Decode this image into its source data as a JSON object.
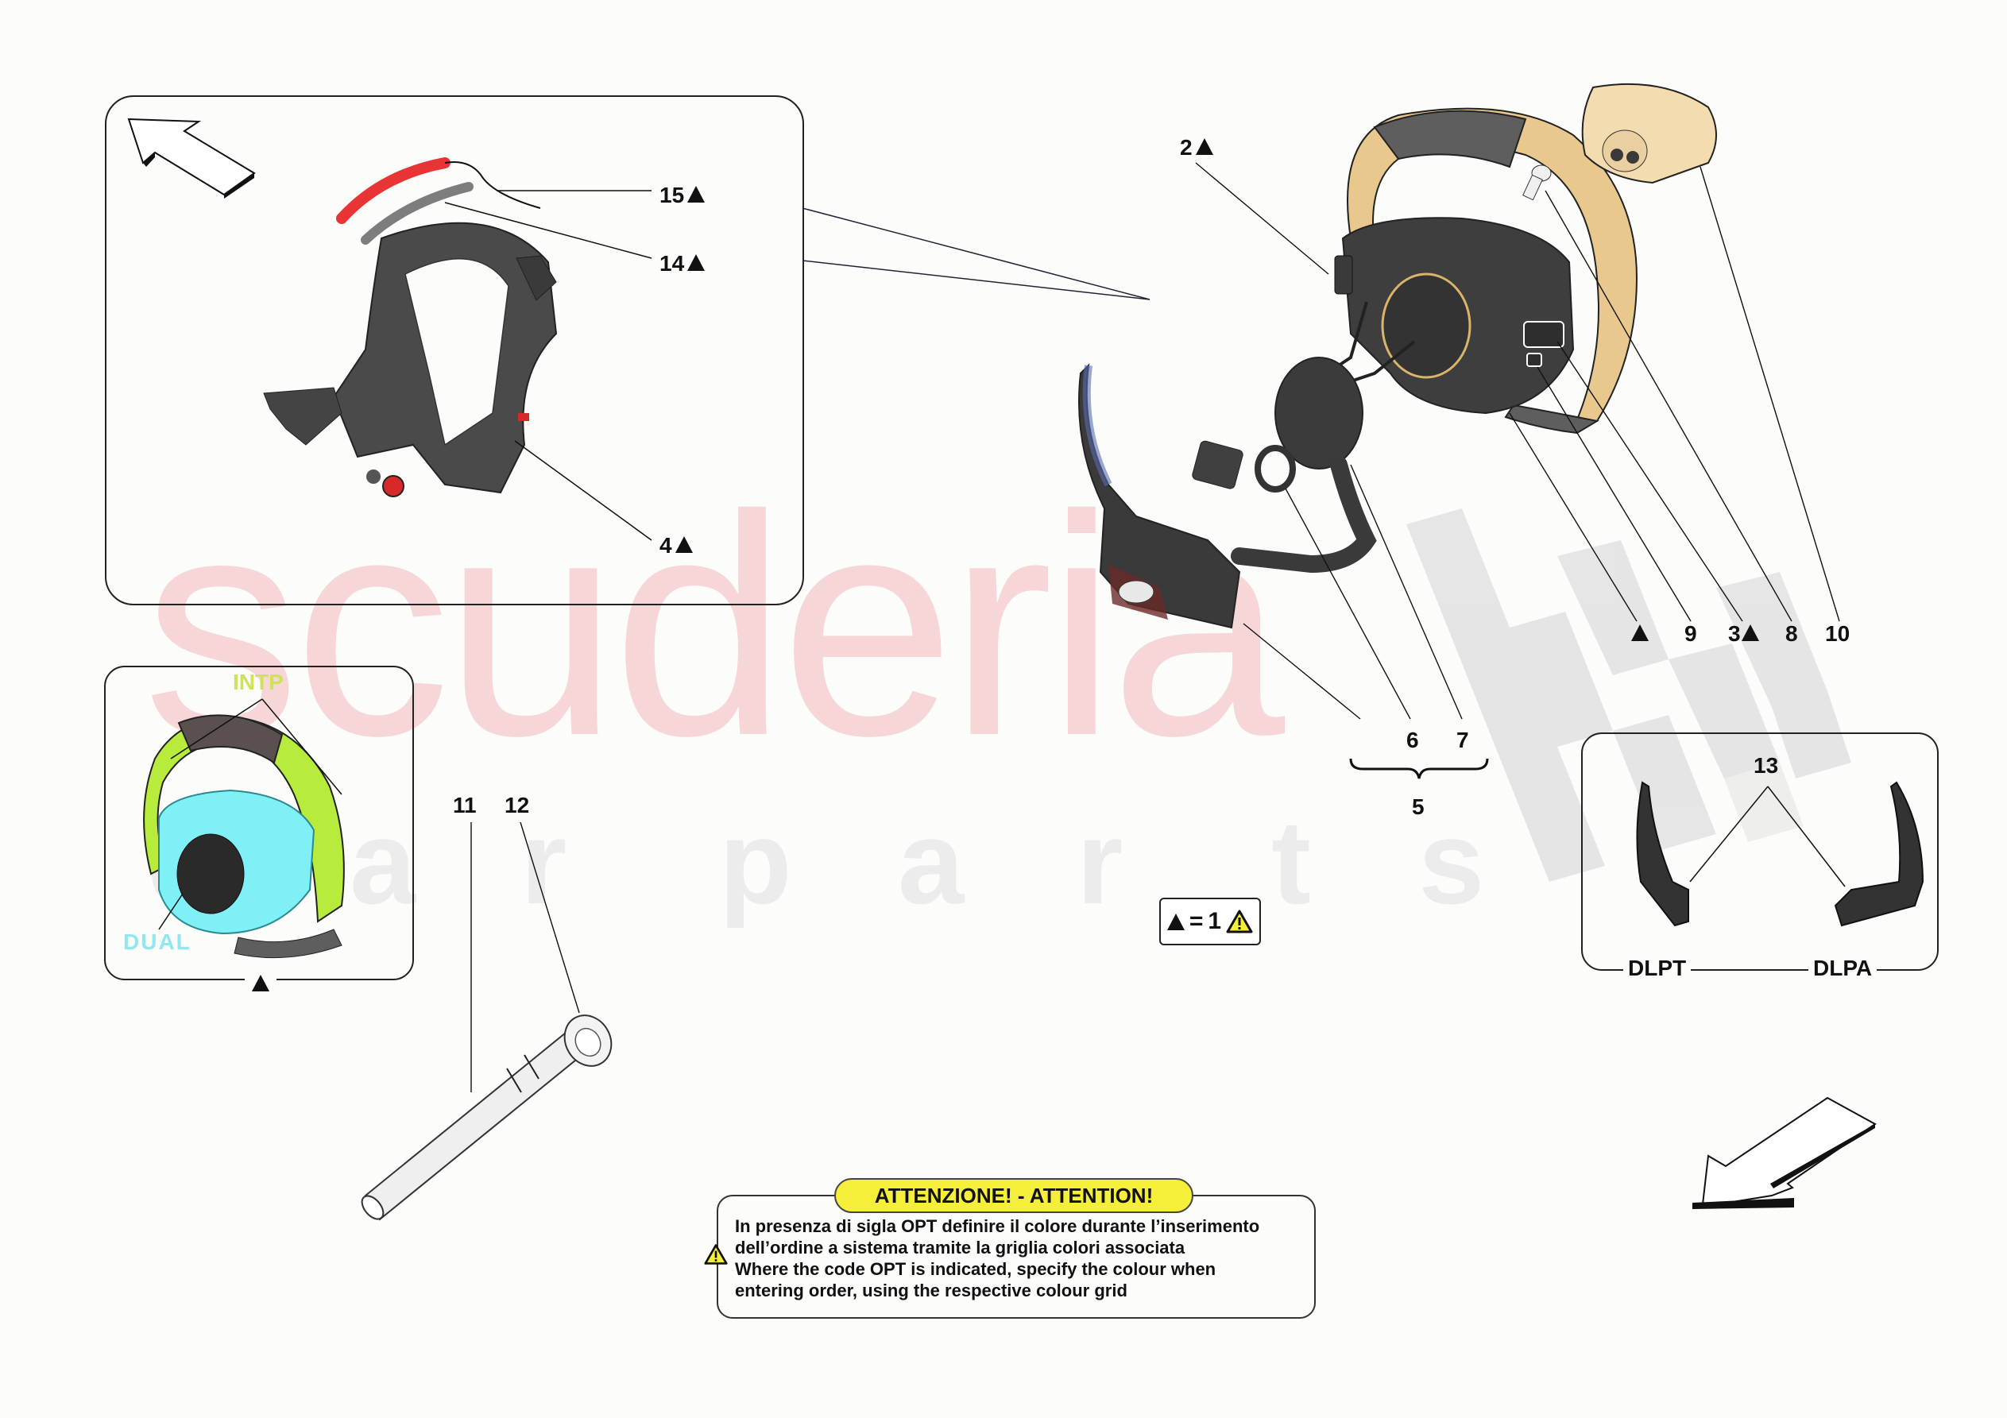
{
  "watermark": {
    "brand": "scuderia",
    "sub_letters": [
      "c",
      "a",
      "r",
      "p",
      "a",
      "r",
      "t",
      "s"
    ]
  },
  "top_left_inset": {
    "labels": [
      {
        "id": "15",
        "text": "15",
        "has_triangle": true
      },
      {
        "id": "14",
        "text": "14",
        "has_triangle": true
      },
      {
        "id": "4",
        "text": "4",
        "has_triangle": true
      }
    ],
    "parts_colors": {
      "trim_red": "#e83434",
      "trim_grey": "#7d7d7d",
      "housing": "#4a4a4a",
      "knob_red": "#d62a2a"
    }
  },
  "bottom_left_inset": {
    "intp_label": "INTP",
    "dual_label": "DUAL",
    "footer_symbol": "▲",
    "colors": {
      "intp": "#b8ec3c",
      "dual": "#7ff0f6",
      "rim": "#5a5050"
    }
  },
  "main_labels": {
    "item_2": "2",
    "item_triangle_only": "",
    "item_9": "9",
    "item_3": "3",
    "item_8": "8",
    "item_10": "10",
    "item_6": "6",
    "item_7": "7",
    "item_5": "5",
    "item_11": "11",
    "item_12": "12"
  },
  "right_inset": {
    "item_13": "13",
    "left_variant": "DLPT",
    "right_variant": "DLPA"
  },
  "legend": {
    "symbol": "▲",
    "equals": "=",
    "value": "1",
    "icon": "warning-triangle-icon"
  },
  "attention_note": {
    "title": "ATTENZIONE! - ATTENTION!",
    "lines": [
      "In presenza di sigla OPT definire il colore durante l’inserimento",
      "dell’ordine a sistema tramite la griglia colori associata",
      "Where the code OPT is indicated, specify the colour when",
      "entering order, using the respective colour grid"
    ],
    "title_bg": "#f5ef3a"
  },
  "colors": {
    "wheel_rim": "#e9c88e",
    "wheel_grip": "#5e5e5e",
    "dark_part": "#3e3e3e",
    "airbag": "#f3ddb0",
    "checker": "#e3e3e3",
    "watermark_pink": "#f7d4d6"
  }
}
